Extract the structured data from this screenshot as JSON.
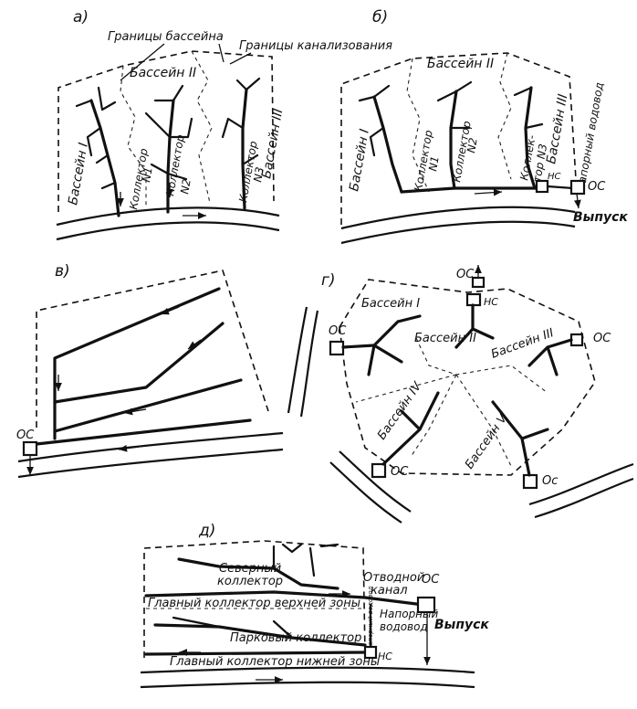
{
  "panels": {
    "a": {
      "letter": "а)",
      "basin_bounds": "Границы бассейна",
      "sewer_bounds": "Границы канализования",
      "basin1": "Бассейн I",
      "basin2": "Бассейн II",
      "basin3": "Бассейн III",
      "coll1": "Коллектор",
      "coll1n": "N1",
      "coll2": "Коллектор",
      "coll2n": "N2",
      "coll3": "Коллектор",
      "coll3n": "N3"
    },
    "b": {
      "letter": "б)",
      "basin1": "Бассейн I",
      "basin2": "Бассейн II",
      "basin3": "Бассейн III",
      "coll1": "Коллектор",
      "coll1n": "N1",
      "coll2": "Коллектор",
      "coll2n": "N2",
      "coll3a": "Коллек-",
      "coll3b": "тор N3",
      "ns": "НС",
      "pressure": "Напорный водовод",
      "os": "ОС",
      "outlet": "Выпуск"
    },
    "v": {
      "letter": "в)",
      "os": "ОС"
    },
    "g": {
      "letter": "г)",
      "os1": "ОС",
      "os2": "ОС",
      "os3": "ОС",
      "os4": "ОС",
      "os5": "Ос",
      "ns": "НС",
      "basin1": "Бассейн I",
      "basin2": "Бассейн II",
      "basin3": "Бассейн III",
      "basin4": "Бассейн IV",
      "basin5": "Бассейн V"
    },
    "d": {
      "letter": "д)",
      "north1": "Северный",
      "north2": "коллектор",
      "main_upper": "Главный коллектор верхней зоны",
      "park": "Парковый коллектор",
      "main_lower": "Главный коллектор нижней зоны",
      "channel1": "Отводной",
      "channel2": "канал",
      "os": "ОС",
      "pressure1": "Напорный",
      "pressure2": "водовод",
      "outlet": "Выпуск",
      "ns": "НС",
      "pressure_small": "Напорный водовод"
    }
  }
}
